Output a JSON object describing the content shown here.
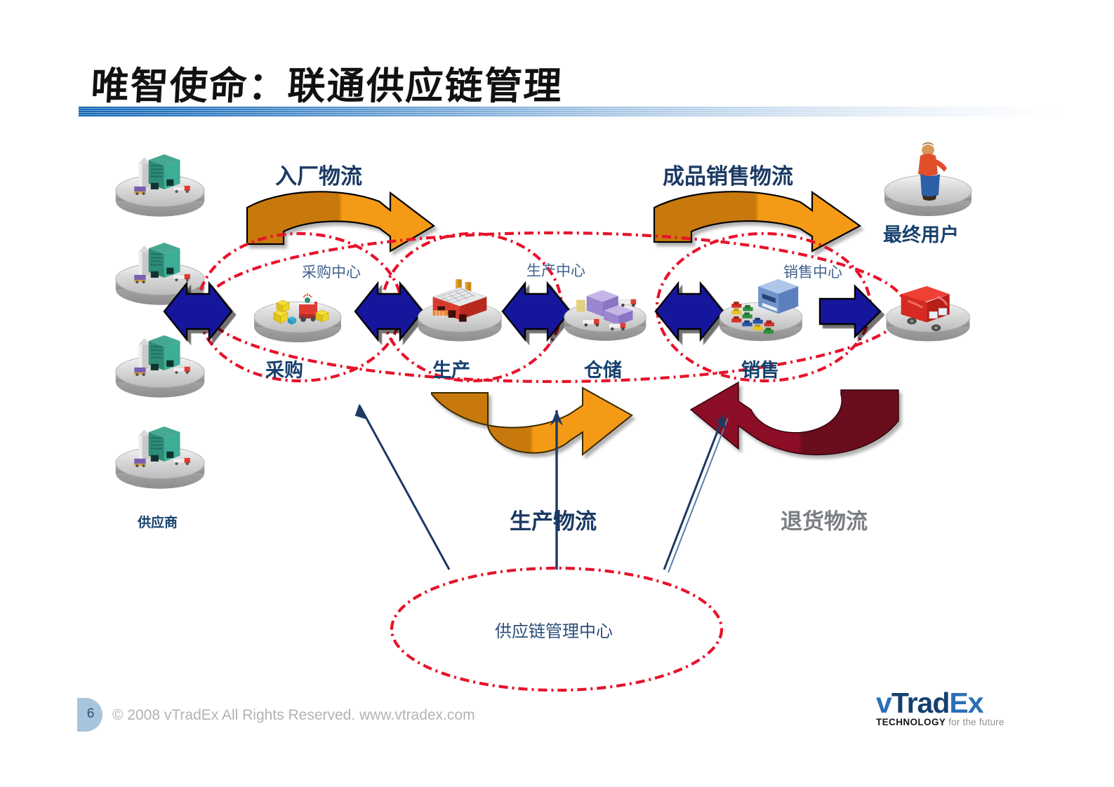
{
  "slide": {
    "title": "唯智使命：联通供应链管理",
    "page_number": "6",
    "copyright": "© 2008 vTradEx All Rights Reserved.   www.vtradex.com",
    "accent_blue": "#1366b5",
    "label_navy": "#1b3a64",
    "ellipse_red": "#e8122a",
    "arrow_navy": "#13179c",
    "arch_orange": "#f59a13",
    "arch_orange_dark": "#c8790a",
    "arch_red_dark": "#8b0b25",
    "arch_red_darker": "#6b0c1e"
  },
  "logo": {
    "name_v": "v",
    "name_trad": "Trad",
    "name_ex": "Ex",
    "tagline_bold": "TECHNOLOGY",
    "tagline_light": " for the future"
  },
  "diagram": {
    "flows": [
      {
        "id": "inbound",
        "label": "入厂物流",
        "color": "#1b3a64"
      },
      {
        "id": "outbound",
        "label": "成品销售物流",
        "color": "#1b3a64"
      },
      {
        "id": "production",
        "label": "生产物流",
        "color": "#1b3a64"
      },
      {
        "id": "returns",
        "label": "退货物流",
        "color": "#7a7d82"
      }
    ],
    "endpoints": [
      {
        "id": "suppliers",
        "label": "供应商",
        "icon": "factory-green-icon"
      },
      {
        "id": "end-user",
        "label": "最终用户",
        "icon": "person-icon"
      }
    ],
    "stages": [
      {
        "id": "procurement",
        "stage_label": "采购",
        "center_label": "采购中心",
        "icon": "boxes-forklift-icon"
      },
      {
        "id": "production",
        "stage_label": "生产",
        "center_label": "生产中心",
        "icon": "factory-red-icon"
      },
      {
        "id": "warehouse",
        "stage_label": "仓储",
        "center_label": "",
        "icon": "warehouse-purple-icon"
      },
      {
        "id": "sales",
        "stage_label": "销售",
        "center_label": "销售中心",
        "icon": "store-cars-icon"
      }
    ],
    "delivery": {
      "id": "delivery-truck",
      "icon": "red-truck-icon"
    },
    "scm_center": {
      "label": "供应链管理中心"
    }
  }
}
